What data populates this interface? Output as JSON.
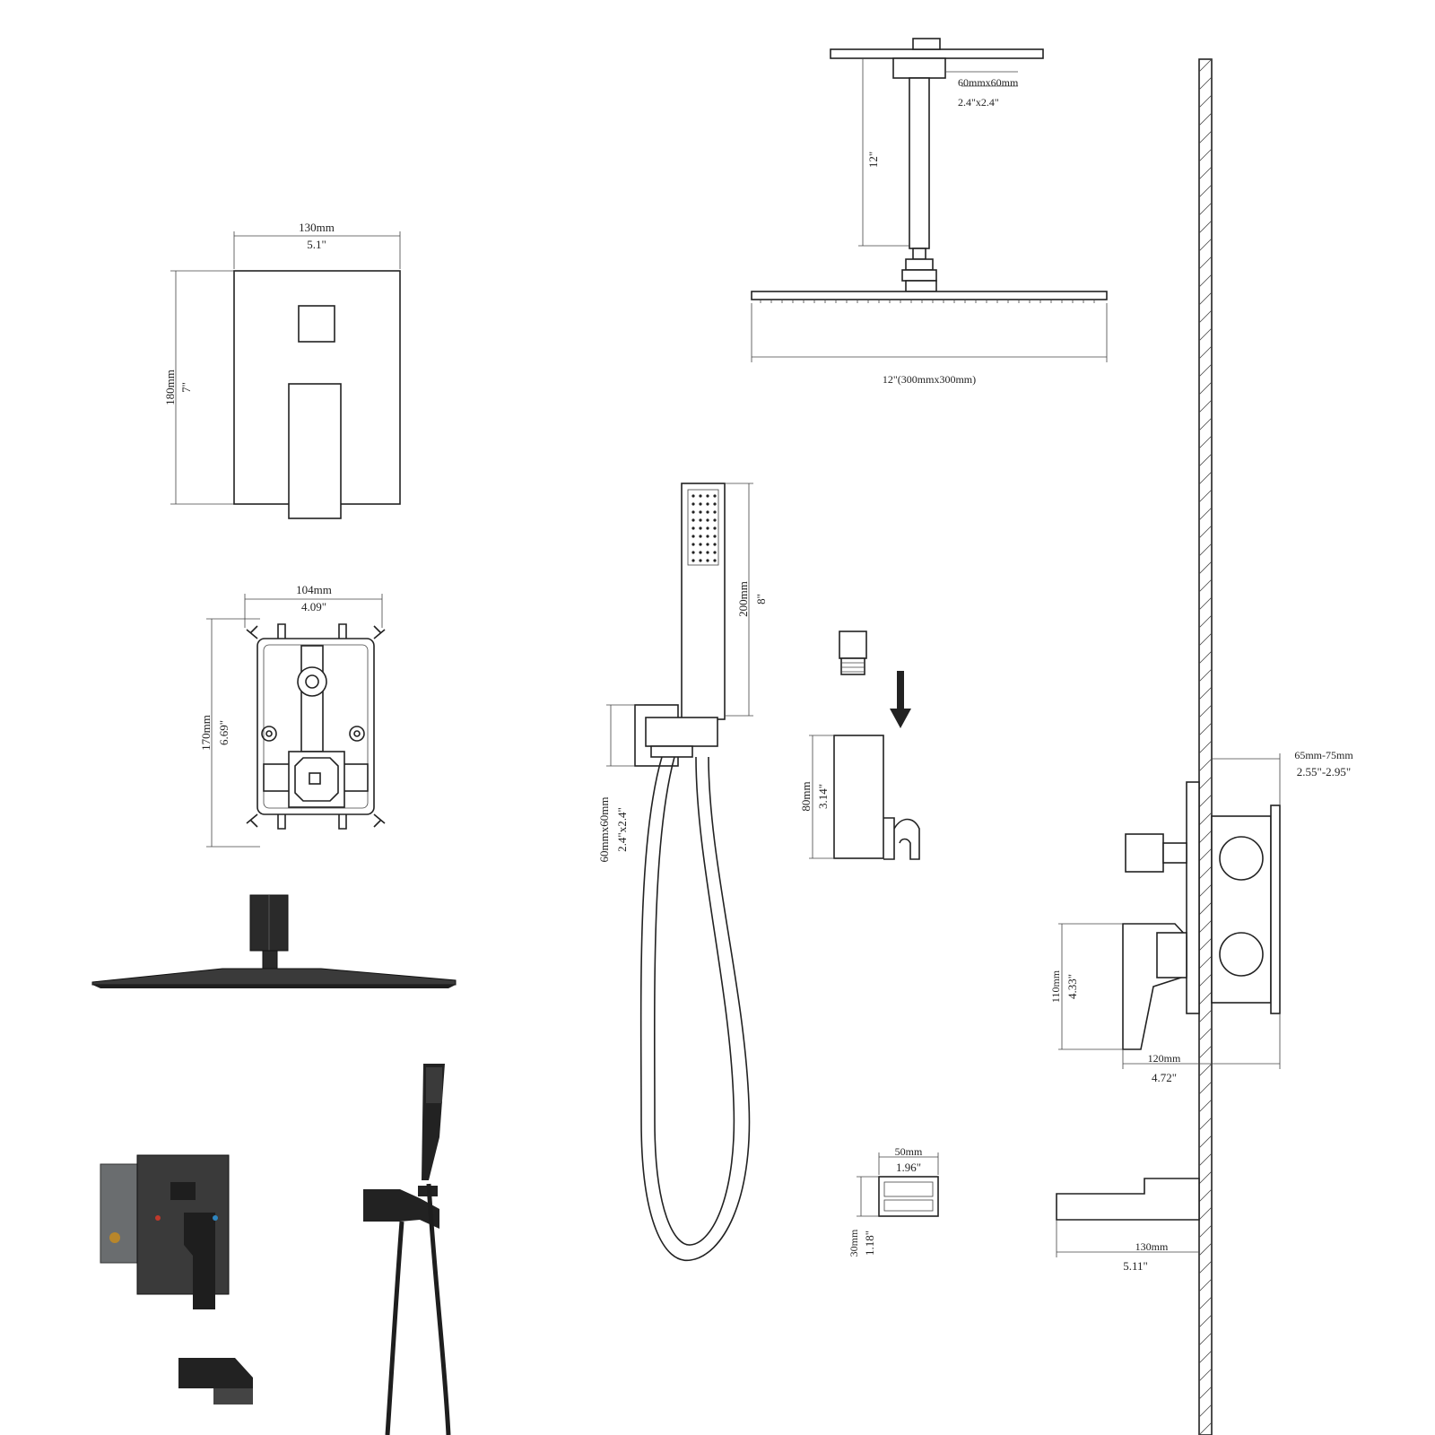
{
  "dimensions": {
    "trim_width_mm": "130mm",
    "trim_width_in": "5.1\"",
    "trim_height_mm": "180mm",
    "trim_height_in": "7\"",
    "valve_width_mm": "104mm",
    "valve_width_in": "4.09\"",
    "valve_height_mm": "170mm",
    "valve_height_in": "6.69\"",
    "flange_mm": "60mmx60mm",
    "flange_in": "2.4\"x2.4\"",
    "arm_length_in": "12\"",
    "head_size": "12\"(300mmx300mm)",
    "handheld_len_mm": "200mm",
    "handheld_len_in": "8\"",
    "holder_mm": "60mmx60mm",
    "holder_in": "2.4\"x2.4\"",
    "bracket_mm": "80mm",
    "bracket_in": "3.14\"",
    "wall_depth_mm": "65mm-75mm",
    "wall_depth_in": "2.55\"-2.95\"",
    "handle_height_mm": "110mm",
    "handle_height_in": "4.33\"",
    "handle_depth_mm": "120mm",
    "handle_depth_in": "4.72\"",
    "spout_w_mm": "50mm",
    "spout_w_in": "1.96\"",
    "spout_h_mm": "30mm",
    "spout_h_in": "1.18\"",
    "spout_len_mm": "130mm",
    "spout_len_in": "5.11\""
  },
  "colors": {
    "line": "#222222",
    "product_finish": "#2a2a2a",
    "background": "#ffffff"
  }
}
